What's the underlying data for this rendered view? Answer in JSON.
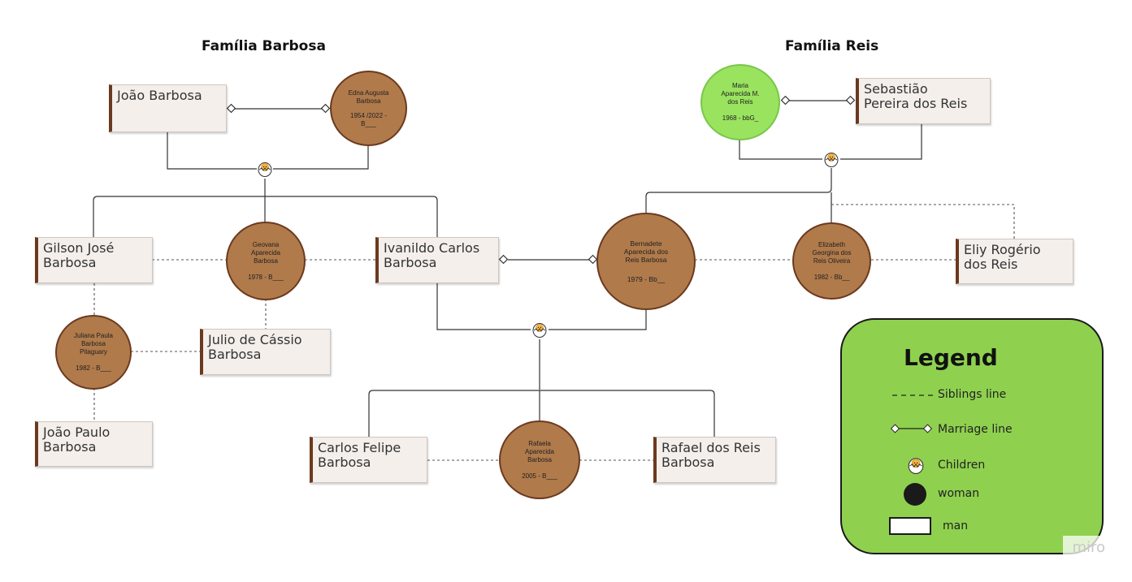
{
  "families": {
    "barbosa_title": "Família Barbosa",
    "reis_title": "Família Reis"
  },
  "men": {
    "joao_barbosa": "João Barbosa",
    "gilson": "Gilson José\nBarbosa",
    "ivanildo": "Ivanildo Carlos\nBarbosa",
    "julio": "Julio de Cássio\nBarbosa",
    "joao_paulo": "João Paulo\nBarbosa",
    "carlos_felipe": "Carlos Felipe\nBarbosa",
    "rafael": "Rafael dos Reis\nBarbosa",
    "sebastiao": "Sebastião\nPereira dos Reis",
    "eliy": "Eliy Rogério\ndos Reis"
  },
  "women": {
    "edna": {
      "name": "Edna Augusta\nBarbosa",
      "year": "1954  /2022 -\nB___"
    },
    "geovana": {
      "name": "Geovana\nAparecida\nBarbosa",
      "year": "1978 - B___"
    },
    "juliana": {
      "name": "Juliana Paula\nBarbosa\nPitaguary",
      "year": "1982 - B___"
    },
    "bernadete": {
      "name": "Bernadete\nAparecida dos\nReis Barbosa",
      "year": "1979 - Bb__"
    },
    "maria": {
      "name": "Maria\nAparecida M.\ndos Reis",
      "year": "1968 - bbG_"
    },
    "elizabeth": {
      "name": "Elizabeth\nGeorgina dos\nReis Oliveira",
      "year": "1982 - Bb__"
    },
    "rafaela": {
      "name": "Rafaela\nAparecida\nBarbosa",
      "year": "2005 - B___"
    }
  },
  "legend": {
    "title": "Legend",
    "siblings": "Siblings line",
    "marriage": "Marriage line",
    "children": "Children",
    "woman": "woman",
    "man": "man"
  },
  "colors": {
    "woman_fill": "#b07a4b",
    "woman_border": "#6b3a1e",
    "woman_green": "#9ae35f",
    "man_fill": "#f4efeb",
    "legend_fill": "#8fd14f"
  },
  "watermark": "miro",
  "icons": {
    "children": "hatching-chick-icon"
  }
}
